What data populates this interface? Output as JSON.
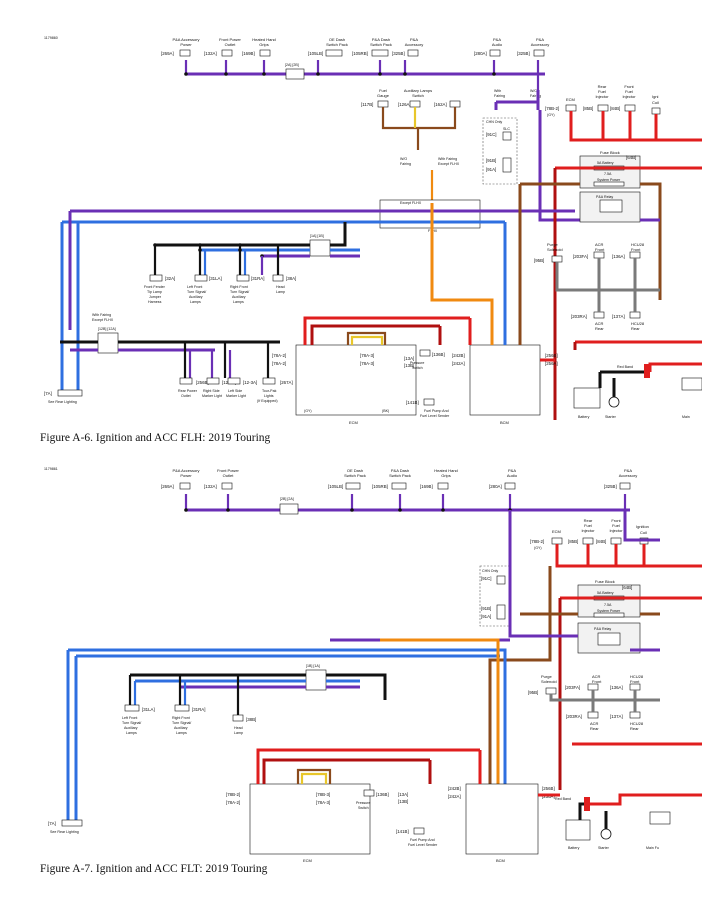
{
  "colors": {
    "violet": "#6a2fb5",
    "blue": "#2f6fe0",
    "red": "#e01e1e",
    "dark_red": "#b01010",
    "brown": "#8a4a1c",
    "orange": "#f08a10",
    "yellow": "#e8c62a",
    "black": "#111111",
    "gray": "#7a7a7a"
  },
  "diagram_a6": {
    "id": "1179860",
    "caption": "Figure A-6. Ignition and ACC FLH: 2019 Touring",
    "top_components": [
      {
        "label": [
          "P&A Accessory",
          "Power"
        ],
        "code": "[269A]"
      },
      {
        "label": [
          "Front Power",
          "Outlet"
        ],
        "code": "[132A]"
      },
      {
        "label": [
          "Heated Hand",
          "Grips"
        ],
        "code": "[169B]"
      },
      {
        "label": [
          "OE Dash",
          "Switch Pack"
        ],
        "code": "[105LB]"
      },
      {
        "label": [
          "P&A Dash",
          "Switch Pack"
        ],
        "code": "[105RB]"
      },
      {
        "label": [
          "P&A",
          "Accessory"
        ],
        "code": "[325B]"
      },
      {
        "label": [
          "P&A",
          "Audio"
        ],
        "code": "[280A]"
      },
      {
        "label": [
          "P&A",
          "Accessory"
        ],
        "code": "[325B]"
      }
    ],
    "conn_2a2b": "[2A] [2B]",
    "fuel_gauge": {
      "label": [
        "Fuel",
        "Gauge"
      ],
      "code": "[117B]"
    },
    "aux_lamps_switch": {
      "label": [
        "Auxiliary Lamps",
        "Switch"
      ],
      "codes": [
        "[126A]",
        "[162A]"
      ]
    },
    "wo_fairing_1": [
      "W/O",
      "Fairing"
    ],
    "with_fairing_except_flhx": [
      "With Fairing",
      "Except FLHX"
    ],
    "with_fairing_wo_fairing": [
      [
        "With",
        "Fairing"
      ],
      [
        "W/O",
        "Fairing"
      ]
    ],
    "chn_only": "CHN Only",
    "slc": "SLC",
    "slc_codes": [
      "[91C]",
      "[91B]",
      "[91A]"
    ],
    "except_flhx": "Except FLHX",
    "flhx": "FLHX",
    "conn_1a1b": "[1A] [1B]",
    "ecm_top": {
      "label": "ECM",
      "code": "[78B-2]",
      "sub": "(GY)"
    },
    "injectors": [
      {
        "label": [
          "Rear",
          "Fuel",
          "Injector"
        ],
        "code": "[85B]"
      },
      {
        "label": [
          "Front",
          "Fuel",
          "Injector"
        ],
        "code": "[84B]"
      },
      {
        "label": [
          "Igni",
          "Coil"
        ],
        "code": ""
      }
    ],
    "fuse_block": {
      "title": "Fuse Block",
      "code": "[64B]",
      "fuses": [
        {
          "name": "5A Battery",
          "value": ""
        },
        {
          "name": "7.5A",
          "value": "System Power"
        }
      ],
      "relay": "P&A Relay"
    },
    "purge": {
      "label": [
        "Purge",
        "Solenoid"
      ],
      "code": "[95B]"
    },
    "acr_front": {
      "label": [
        "ACR",
        "Front"
      ],
      "code": "[203FA]"
    },
    "hcu_front": {
      "label": [
        "HCU28",
        "Front"
      ],
      "code": "[136A]"
    },
    "acr_rear": {
      "label": [
        "ACR",
        "Rear"
      ],
      "code": "[203RA]"
    },
    "hcu_rear": {
      "label": [
        "HCU28",
        "Rear"
      ],
      "code": "[137A]"
    },
    "lamps": [
      {
        "label": [
          "Front Fender",
          "Tip Lamp",
          "Jumper",
          "Harness"
        ],
        "code": "[32A]"
      },
      {
        "label": [
          "Left Front",
          "Turn Signal/",
          "Auxiliary",
          "Lamps"
        ],
        "code": "[31LA]"
      },
      {
        "label": [
          "Right Front",
          "Turn Signal/",
          "Auxiliary",
          "Lamps"
        ],
        "code": "[31RA]"
      },
      {
        "label": [
          "Head",
          "Lamp"
        ],
        "code": "[38A]"
      }
    ],
    "with_fairing_except_flhx_2": [
      "With Fairing",
      "Except FLHX"
    ],
    "conn_12": "[12B] [12A]",
    "rear_components": [
      {
        "label": [
          "Rear Power",
          "Outlet"
        ],
        "code": "[256B]"
      },
      {
        "label": [
          "Right Side",
          "Marker Light"
        ],
        "code": "[12-3A]"
      },
      {
        "label": [
          "Left Side",
          "Marker Light"
        ],
        "code": "[12-3A]"
      },
      {
        "label": [
          "Tour-Pak",
          "Lights",
          "(If Equipped)"
        ],
        "code": "[267A]"
      }
    ],
    "see_rear_lighting": "See Rear Lighting",
    "rear_code": "[7A]",
    "ecm_left_codes": [
      "[78A-2]",
      "[78A-2]"
    ],
    "ecm_mid_codes": [
      "[78A-3]",
      "[78A-3]"
    ],
    "pressure_switch": {
      "label": [
        "Pressure",
        "Switch"
      ],
      "code": "[136B]"
    },
    "fuel_pump": {
      "label": [
        "Fuel Pump And",
        "Fuel Level Sender"
      ],
      "codes": [
        "[141B]",
        "[13A]",
        "[13B]"
      ]
    },
    "bcm_codes": [
      "[242B]",
      "[242A]"
    ],
    "bcm_right_codes": [
      "[256B]",
      "[256A]"
    ],
    "ecm_label": "ECM",
    "bcm_label": "BCM",
    "ecm_gy": "(GY)",
    "ecm_bk": "(BK)",
    "red_band": "Red Band",
    "battery": "Battery",
    "starter": "Starter",
    "main": "Main"
  },
  "diagram_a7": {
    "id": "1179861",
    "caption": "Figure A-7. Ignition and ACC FLT: 2019 Touring",
    "top_components": [
      {
        "label": [
          "P&A Accessory",
          "Power"
        ],
        "code": "[269A]"
      },
      {
        "label": [
          "Front Power",
          "Outlet"
        ],
        "code": "[132A]"
      },
      {
        "label": [
          "OE Dash",
          "Switch Pack"
        ],
        "code": "[105LB]"
      },
      {
        "label": [
          "P&A Dash",
          "Switch Pack"
        ],
        "code": "[105RB]"
      },
      {
        "label": [
          "Heated Hand",
          "Grips"
        ],
        "code": "[169B]"
      },
      {
        "label": [
          "P&A",
          "Audio"
        ],
        "code": "[280A]"
      },
      {
        "label": [
          "P&A",
          "Accessory"
        ],
        "code": "[325B]"
      }
    ],
    "conn_2a2b": "[2B] [2A]",
    "chn_only": "CHN Only",
    "slc_codes": [
      "[91C]",
      "[91B]",
      "[91A]"
    ],
    "ecm_top": {
      "label": "ECM",
      "code": "[78B-2]",
      "sub": "(GY)"
    },
    "injectors": [
      {
        "label": [
          "Rear",
          "Fuel",
          "Injector"
        ],
        "code": "[85B]"
      },
      {
        "label": [
          "Front",
          "Fuel",
          "Injector"
        ],
        "code": "[84B]"
      },
      {
        "label": [
          "Ignition",
          "Coil"
        ],
        "code": ""
      }
    ],
    "fuse_block": {
      "title": "Fuse Block",
      "code": "[64B]",
      "fuses": [
        {
          "name": "5A Battery",
          "value": ""
        },
        {
          "name": "7.5A",
          "value": "System Power"
        }
      ],
      "relay": "P&A Relay"
    },
    "purge": {
      "label": [
        "Purge",
        "Solenoid"
      ],
      "code": "[95B]"
    },
    "acr_front": {
      "label": [
        "ACR",
        "Front"
      ],
      "code": "[203FA]"
    },
    "hcu_front": {
      "label": [
        "HCU28",
        "Front"
      ],
      "code": "[136A]"
    },
    "acr_rear": {
      "label": [
        "ACR",
        "Rear"
      ],
      "code": "[203RA]"
    },
    "hcu_rear": {
      "label": [
        "HCU28",
        "Rear"
      ],
      "code": "[137A]"
    },
    "conn_1": "[1B] [1A]",
    "lamps": [
      {
        "label": [
          "Left Front",
          "Turn Signal/",
          "Auxiliary",
          "Lamps"
        ],
        "code": "[31LA]"
      },
      {
        "label": [
          "Right Front",
          "Turn Signal/",
          "Auxiliary",
          "Lamps"
        ],
        "code": "[31RA]"
      },
      {
        "label": [
          "Head",
          "Lamp"
        ],
        "code": "[38B]"
      }
    ],
    "see_rear_lighting": "See Rear Lighting",
    "rear_code": "[7A]",
    "ecm_left_codes": [
      "[78B-2]",
      "[78A-2]"
    ],
    "ecm_mid_codes": [
      "[78B-3]",
      "[78A-3]"
    ],
    "pressure_switch": {
      "label": [
        "Pressure",
        "Switch"
      ],
      "code": "[136B]"
    },
    "fuel_pump": {
      "label": [
        "Fuel Pump And",
        "Fuel Level Sender"
      ],
      "codes": [
        "[141B]",
        "[13A]",
        "[13B]"
      ]
    },
    "bcm_codes": [
      "[242B]",
      "[242A]"
    ],
    "bcm_right_codes": [
      "[256B]",
      "[256A]"
    ],
    "ecm_label": "ECM",
    "bcm_label": "BCM",
    "red_band": "Red Band",
    "battery": "Battery",
    "starter": "Starter",
    "main": "Main Fu"
  }
}
